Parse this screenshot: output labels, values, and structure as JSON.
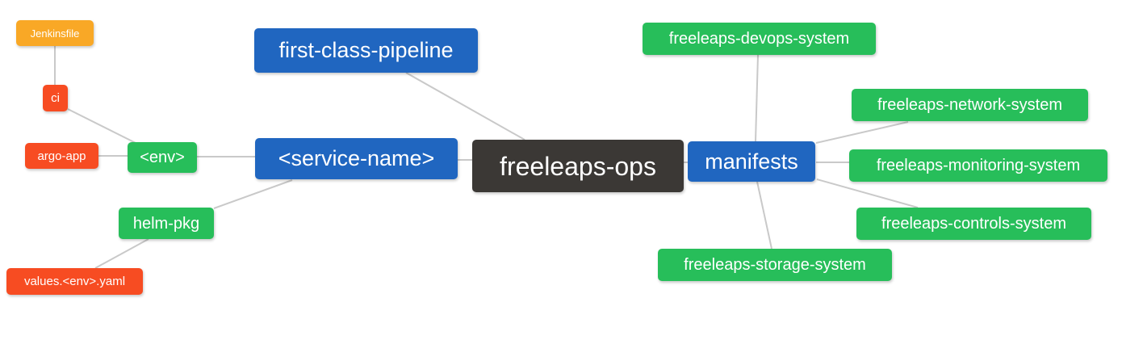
{
  "diagram": {
    "type": "mindmap",
    "root_label": "freeleaps-ops"
  },
  "nodes": {
    "freeleaps_ops": {
      "label": "freeleaps-ops",
      "color": "#3b3835"
    },
    "first_class": {
      "label": "first-class-pipeline",
      "color": "#2066c0"
    },
    "service_name": {
      "label": "<service-name>",
      "color": "#2066c0"
    },
    "manifests": {
      "label": "manifests",
      "color": "#2066c0"
    },
    "env": {
      "label": "<env>",
      "color": "#27be5a"
    },
    "helm_pkg": {
      "label": "helm-pkg",
      "color": "#27be5a"
    },
    "argo_app": {
      "label": "argo-app",
      "color": "#f74c22"
    },
    "ci": {
      "label": "ci",
      "color": "#f74c22"
    },
    "jenkinsfile": {
      "label": "Jenkinsfile",
      "color": "#f9a826"
    },
    "values_yaml": {
      "label": "values.<env>.yaml",
      "color": "#f74c22"
    },
    "devops_system": {
      "label": "freeleaps-devops-system",
      "color": "#27be5a"
    },
    "network_system": {
      "label": "freeleaps-network-system",
      "color": "#27be5a"
    },
    "monitoring_system": {
      "label": "freeleaps-monitoring-system",
      "color": "#27be5a"
    },
    "controls_system": {
      "label": "freeleaps-controls-system",
      "color": "#27be5a"
    },
    "storage_system": {
      "label": "freeleaps-storage-system",
      "color": "#27be5a"
    }
  },
  "edges": [
    {
      "from": "jenkinsfile",
      "to": "ci"
    },
    {
      "from": "ci",
      "to": "env"
    },
    {
      "from": "argo_app",
      "to": "env"
    },
    {
      "from": "env",
      "to": "service_name"
    },
    {
      "from": "helm_pkg",
      "to": "service_name"
    },
    {
      "from": "values_yaml",
      "to": "helm_pkg"
    },
    {
      "from": "first_class",
      "to": "freeleaps_ops"
    },
    {
      "from": "service_name",
      "to": "freeleaps_ops"
    },
    {
      "from": "freeleaps_ops",
      "to": "manifests"
    },
    {
      "from": "manifests",
      "to": "devops_system"
    },
    {
      "from": "manifests",
      "to": "network_system"
    },
    {
      "from": "manifests",
      "to": "monitoring_system"
    },
    {
      "from": "manifests",
      "to": "controls_system"
    },
    {
      "from": "manifests",
      "to": "storage_system"
    }
  ],
  "colors": {
    "background": "#ffffff",
    "edge": "#c9c9c9",
    "text": "#ffffff",
    "root_bg": "#3b3835",
    "branch_bg": "#2066c0",
    "leaf_green": "#27be5a",
    "leaf_red": "#f74c22",
    "leaf_amber": "#f9a826"
  }
}
